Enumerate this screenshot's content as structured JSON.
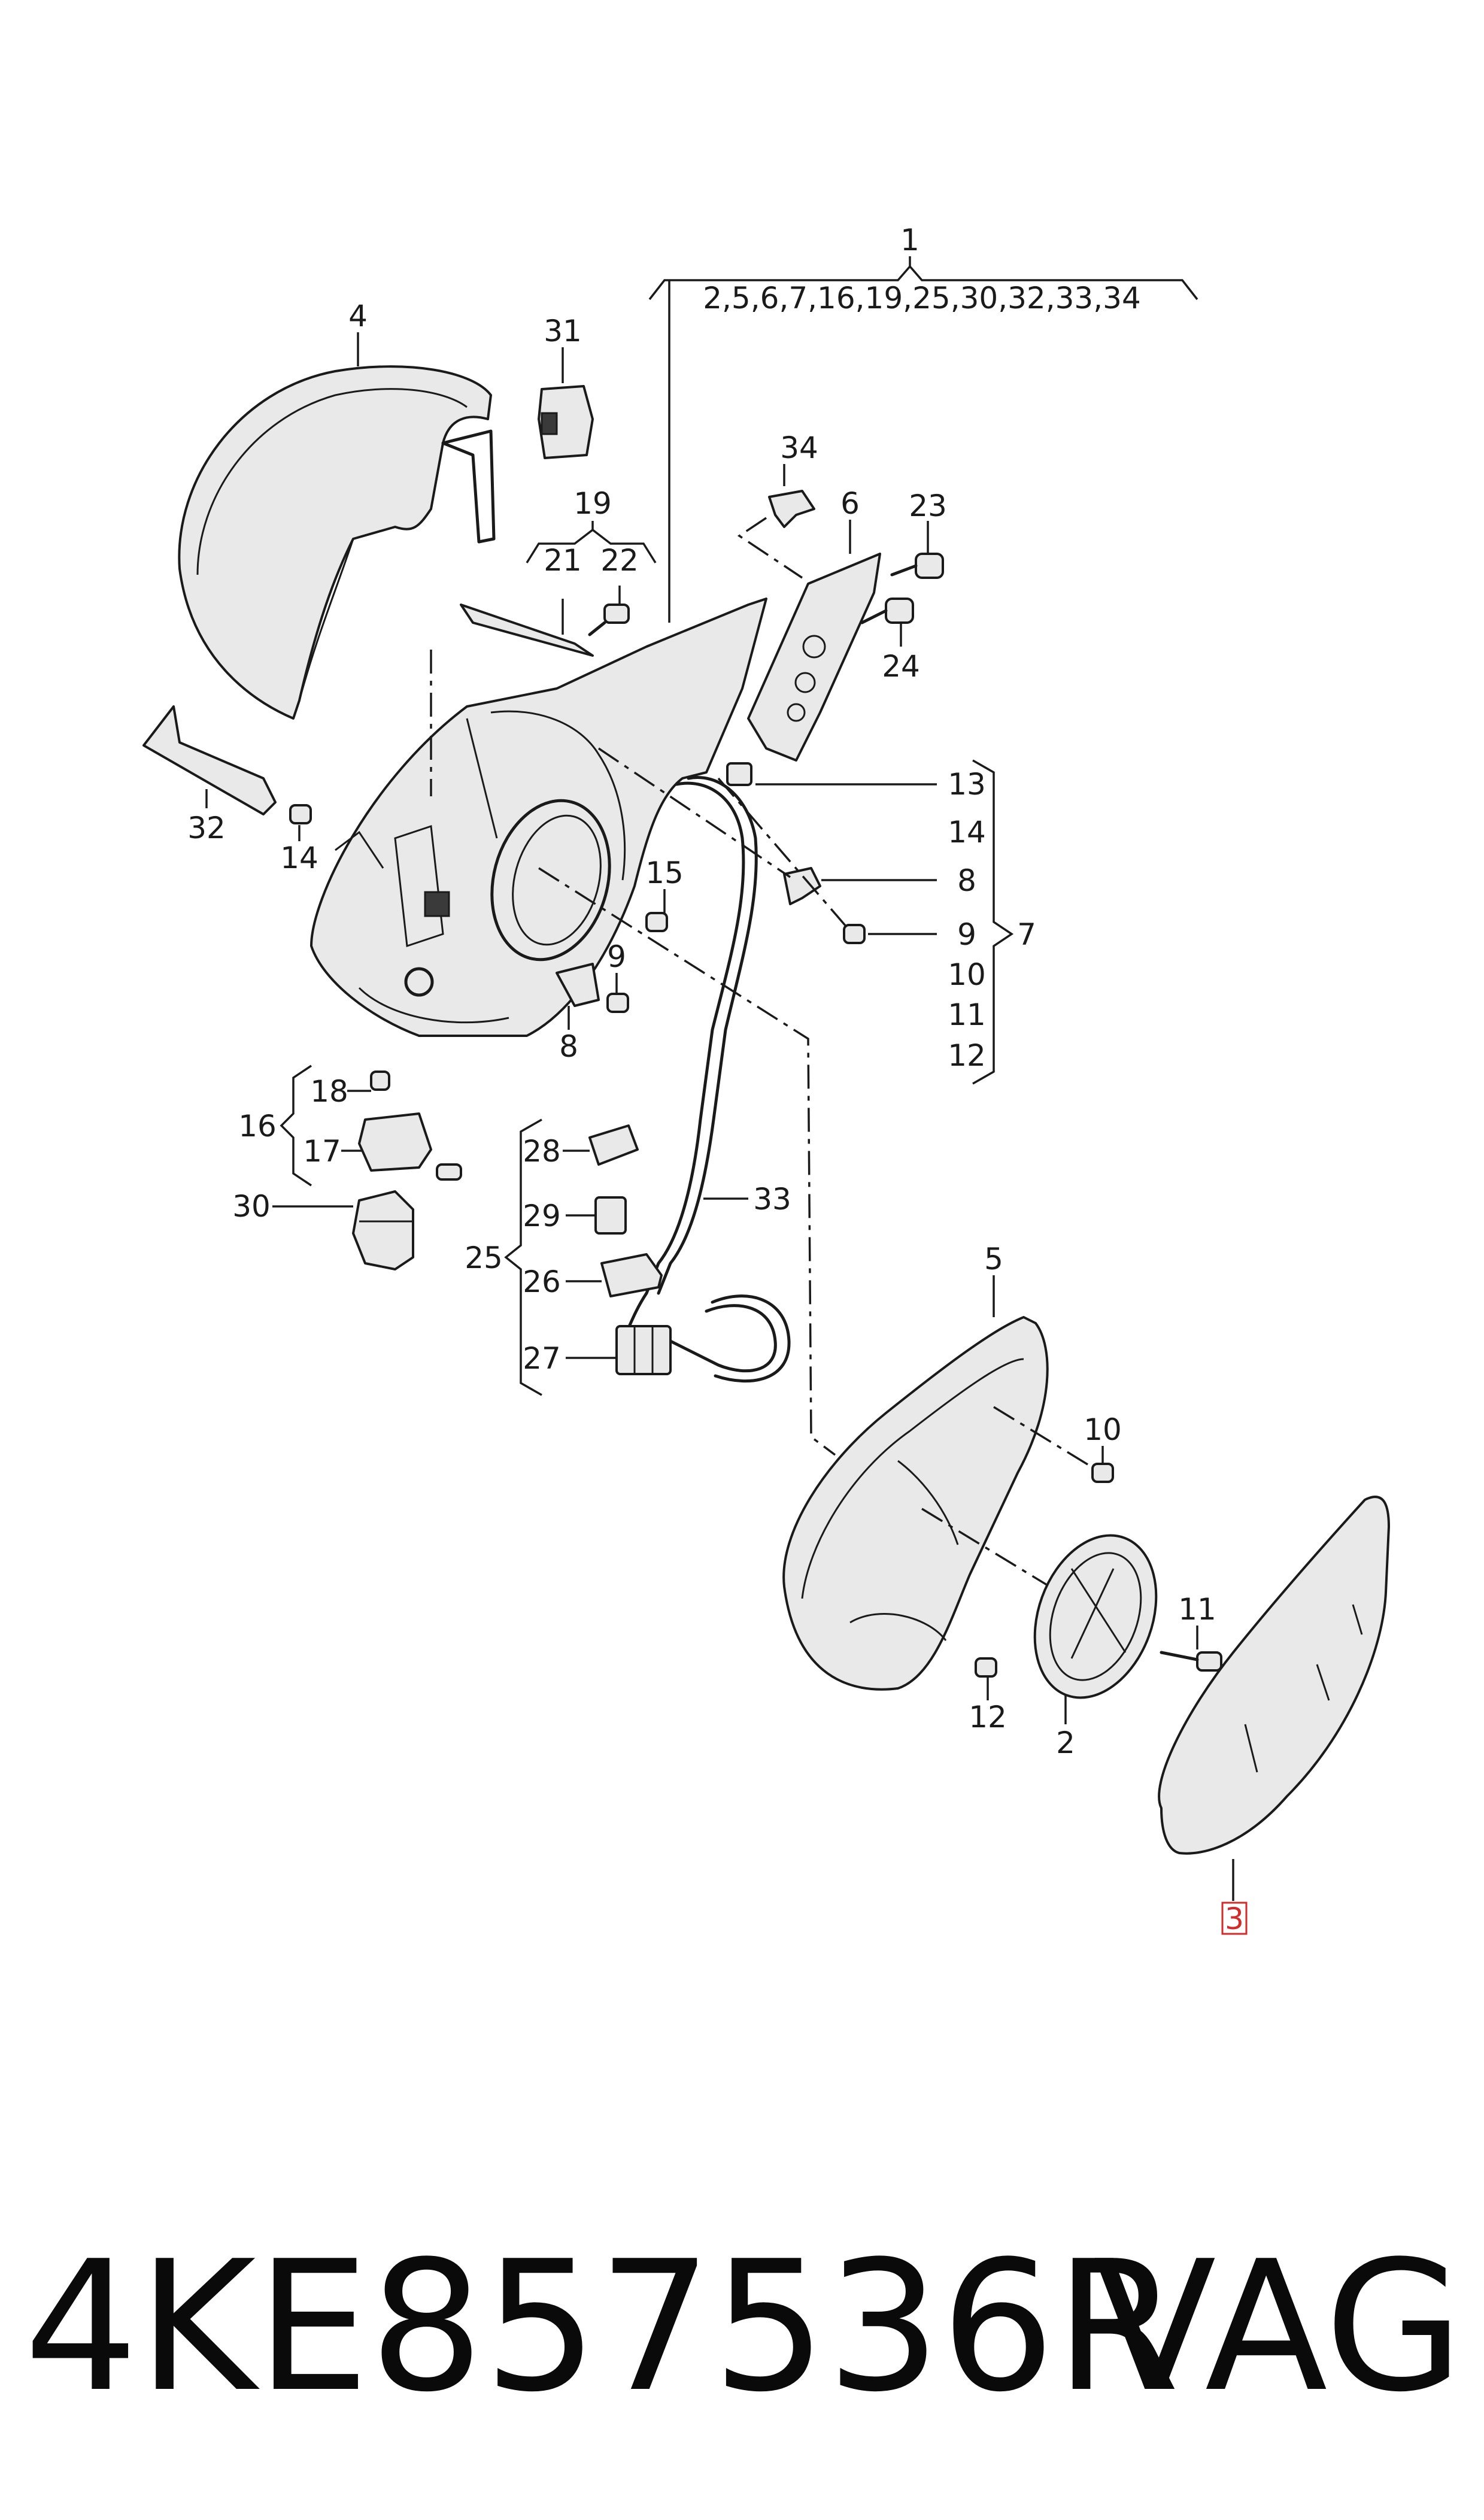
{
  "header": {
    "assembly_number": "1",
    "assembly_contents": "2,5,6,7,16,19,25,30,32,33,34"
  },
  "callouts": [
    "4",
    "31",
    "19",
    "21",
    "22",
    "34",
    "6",
    "23",
    "24",
    "32",
    "14",
    "15",
    "13",
    "14",
    "8",
    "9",
    "10",
    "11",
    "12",
    "7",
    "9",
    "8",
    "18",
    "16",
    "17",
    "30",
    "28",
    "29",
    "25",
    "26",
    "27",
    "33",
    "5",
    "10",
    "11",
    "12",
    "2",
    "3"
  ],
  "part_number": "4KE857536R",
  "brand": "VAG",
  "highlight_color": "#d22b2b"
}
